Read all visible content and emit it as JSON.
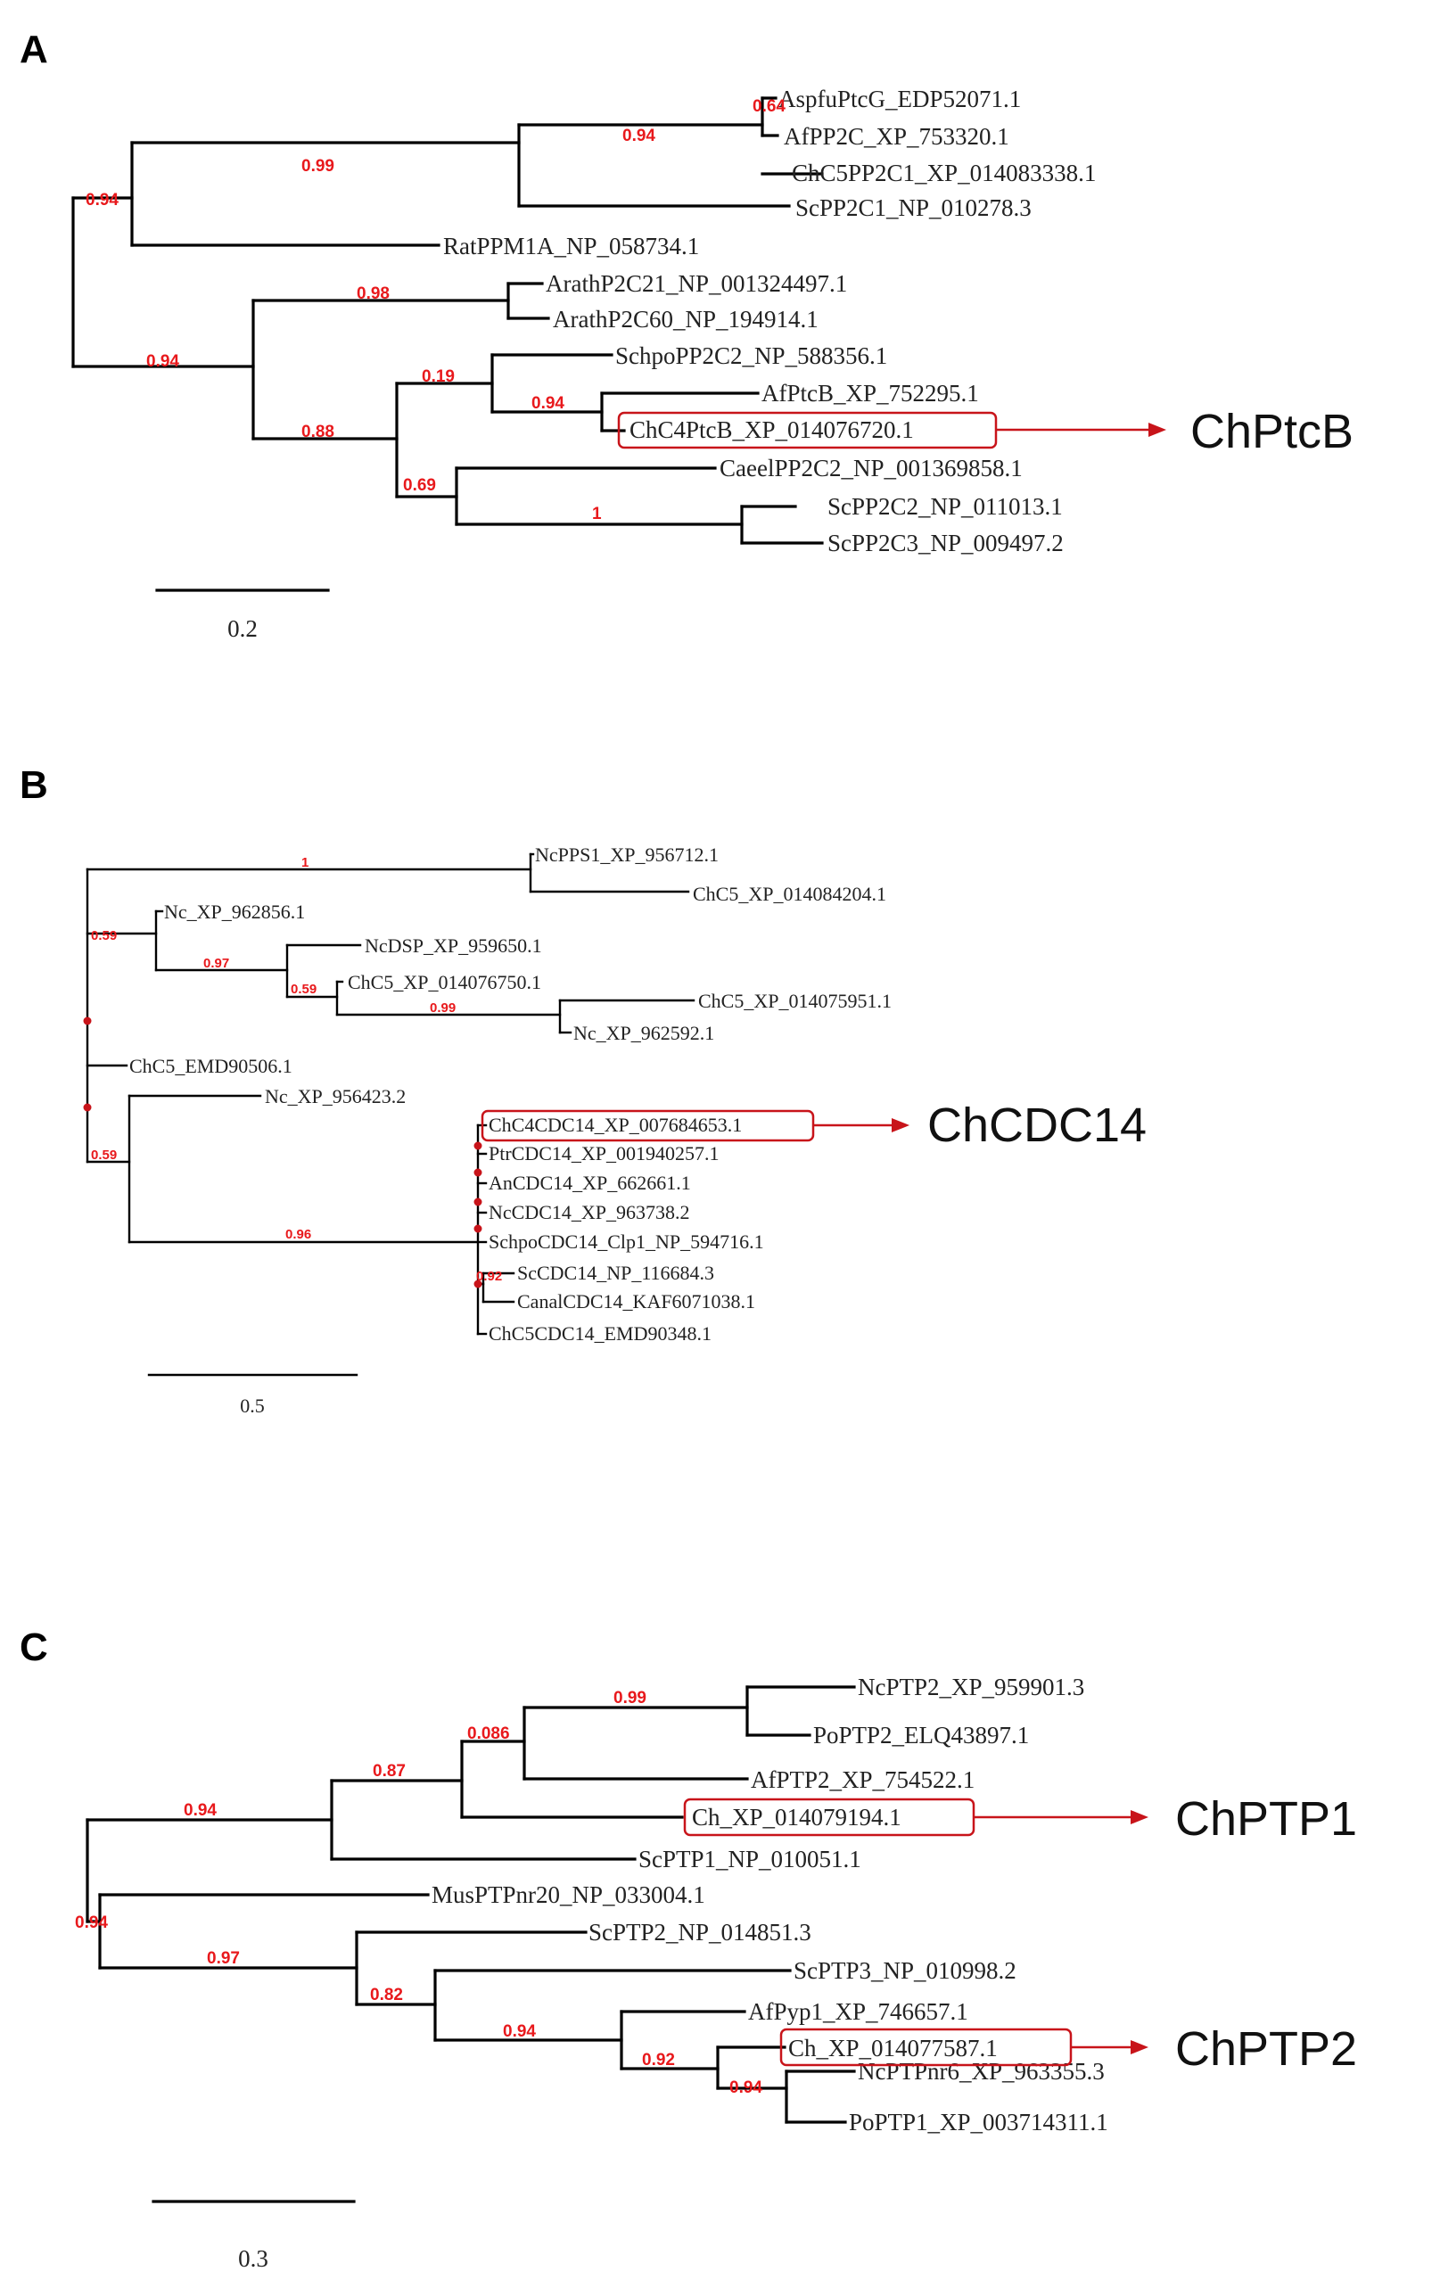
{
  "panels": {
    "A": {
      "letter": "A",
      "leaves": {
        "aspfu_ptcg": "AspfuPtcG_EDP52071.1",
        "af_pp2c": "AfPP2C_XP_753320.1",
        "chc5_pp2c1": "ChC5PP2C1_XP_014083338.1",
        "sc_pp2c1": "ScPP2C1_NP_010278.3",
        "rat_ppm1a": "RatPPM1A_NP_058734.1",
        "arath_p2c21": "ArathP2C21_NP_001324497.1",
        "arath_p2c60": "ArathP2C60_NP_194914.1",
        "schpo_pp2c2": "SchpoPP2C2_NP_588356.1",
        "af_ptcb": "AfPtcB_XP_752295.1",
        "chc4_ptcb": "ChC4PtcB_XP_014076720.1",
        "caeel_pp2c2": "CaeelPP2C2_NP_001369858.1",
        "sc_pp2c2": "ScPP2C2_NP_011013.1",
        "sc_pp2c3": "ScPP2C3_NP_009497.2"
      },
      "support": {
        "root": "0.94",
        "upper_clade": "0.99",
        "pp2c_clade": "0.94",
        "aspfu_af": "0.64",
        "lower_clade": "0.94",
        "arath": "0.98",
        "ptcb_group": "0.88",
        "schpo_group": "0.19",
        "af_ch_ptcb": "0.94",
        "caeel_group": "0.69",
        "sc_pair": "1"
      },
      "scale_label": "0.2",
      "callout": "ChPtcB"
    },
    "B": {
      "letter": "B",
      "leaves": {
        "nc_pps1": "NcPPS1_XP_956712.1",
        "chc5_084204": "ChC5_XP_014084204.1",
        "nc_962856": "Nc_XP_962856.1",
        "nc_dsp": "NcDSP_XP_959650.1",
        "chc5_076750": "ChC5_XP_014076750.1",
        "chc5_075951": "ChC5_XP_014075951.1",
        "nc_962592": "Nc_XP_962592.1",
        "chc5_emd90506": "ChC5_EMD90506.1",
        "nc_956423": "Nc_XP_956423.2",
        "chc4_cdc14": "ChC4CDC14_XP_007684653.1",
        "ptr_cdc14": "PtrCDC14_XP_001940257.1",
        "an_cdc14": "AnCDC14_XP_662661.1",
        "nc_cdc14": "NcCDC14_XP_963738.2",
        "schpo_cdc14": "SchpoCDC14_Clp1_NP_594716.1",
        "sc_cdc14": "ScCDC14_NP_116684.3",
        "canal_cdc14": "CanalCDC14_KAF6071038.1",
        "chc5_cdc14": "ChC5CDC14_EMD90348.1"
      },
      "support": {
        "pps1": "1",
        "nc_group": "0.59",
        "dsp_group": "0.97",
        "chc5_group": "0.59",
        "chc5_nc_pair": "0.99",
        "cdc14_outer": "0.59",
        "cdc14_clade": "0.96",
        "sc_canal": "0.92"
      },
      "scale_label": "0.5",
      "callout": "ChCDC14"
    },
    "C": {
      "letter": "C",
      "leaves": {
        "nc_ptp2": "NcPTP2_XP_959901.3",
        "po_ptp2": "PoPTP2_ELQ43897.1",
        "af_ptp2": "AfPTP2_XP_754522.1",
        "ch_079194": "Ch_XP_014079194.1",
        "sc_ptp1": "ScPTP1_NP_010051.1",
        "mus_ptpnr20": "MusPTPnr20_NP_033004.1",
        "sc_ptp2": "ScPTP2_NP_014851.3",
        "sc_ptp3": "ScPTP3_NP_010998.2",
        "af_pyp1": "AfPyp1_XP_746657.1",
        "ch_077587": "Ch_XP_014077587.1",
        "nc_ptpnr6": "NcPTPnr6_XP_963355.3",
        "po_ptp1": "PoPTP1_XP_003714311.1"
      },
      "support": {
        "root": "0.94",
        "upper": "0.94",
        "ptp1_group": "0.87",
        "ptp2_group": "0.086",
        "nc_po_pair": "0.99",
        "lower": "0.97",
        "sc_ptp3_group": "0.82",
        "pyp_group": "0.94",
        "ch_group": "0.92",
        "nc_po_ptp": "0.94"
      },
      "scale_label": "0.3",
      "callouts": {
        "ptp1": "ChPTP1",
        "ptp2": "ChPTP2"
      }
    }
  },
  "colors": {
    "support_values": "#e8191c",
    "highlight": "#c8141a",
    "branches": "#000000"
  }
}
